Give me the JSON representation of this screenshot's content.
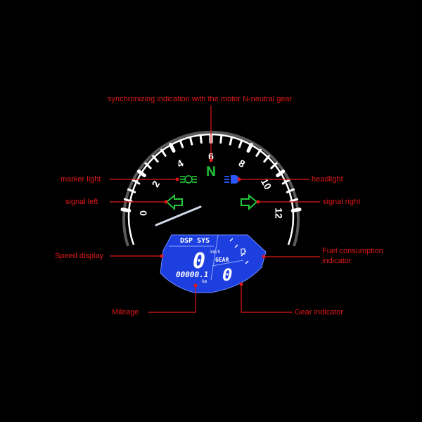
{
  "colors": {
    "background": "#000000",
    "callout_red": "#e01818",
    "tick_white": "#ffffff",
    "indicator_green": "#22c83c",
    "headlight_blue": "#2a58ff",
    "lcd_blue": "#1d3fe0",
    "lcd_text": "#ffffff"
  },
  "callouts": {
    "neutral_sync": "synchronizing indication with the motor N-neutral gear",
    "marker_light": "marker light",
    "headlight": "headlight",
    "signal_left": "signal left",
    "signal_right": "signal right",
    "speed_display": "Speed display",
    "fuel_line1": "Fuel consumption",
    "fuel_line2": "indicator",
    "mileage": "Mileage",
    "gear_indicator": "Gear indicator"
  },
  "gauge": {
    "tick_labels": [
      "0",
      "2",
      "4",
      "6",
      "8",
      "10",
      "12"
    ],
    "tick_label_rotations": [
      -90,
      -60,
      -30,
      0,
      30,
      60,
      90
    ],
    "neutral_symbol": "N",
    "marker_light_icon": "marker-light-icon",
    "headlight_icon": "headlight-icon",
    "signal_left_icon": "arrow-left-icon",
    "signal_right_icon": "arrow-right-icon"
  },
  "lcd": {
    "mode_label": "DSP SYS",
    "speed_value": "0",
    "speed_unit": "km/h",
    "gear_label": "GEAR",
    "gear_value": "0",
    "odometer_value": "00000.1",
    "odometer_unit": "km",
    "fuel_icon": "fuel-pump-icon"
  }
}
